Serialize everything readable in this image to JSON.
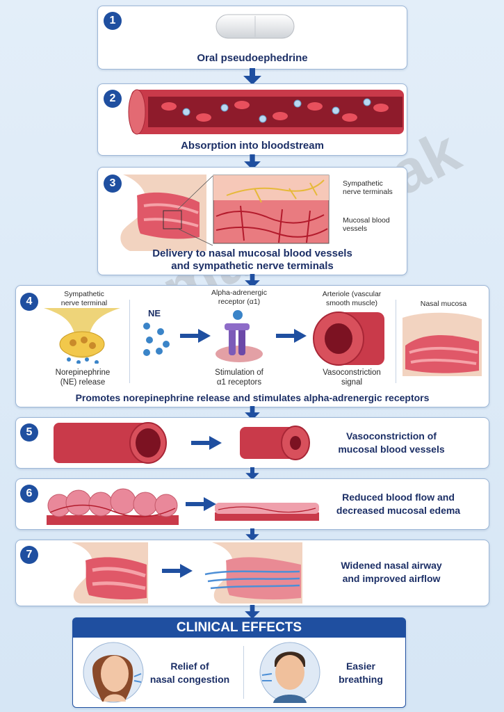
{
  "steps": {
    "s1": {
      "num": "1",
      "caption": "Oral pseudoephedrine"
    },
    "s2": {
      "num": "2",
      "caption": "Absorption into bloodstream"
    },
    "s3": {
      "num": "3",
      "caption_l1": "Delivery to nasal mucosal blood vessels",
      "caption_l2": "and sympathetic nerve terminals",
      "label_nerve_l1": "Sympathetic",
      "label_nerve_l2": "nerve terminals",
      "label_vessel_l1": "Mucosal blood",
      "label_vessel_l2": "vessels"
    },
    "s4": {
      "num": "4",
      "nerve_l1": "Sympathetic",
      "nerve_l2": "nerve terminal",
      "release_l1": "Norepinephrine",
      "release_l2": "(NE) release",
      "ne": "NE",
      "receptor_l1": "Alpha-adrenergic",
      "receptor_l2": "receptor (α1)",
      "stim_l1": "Stimulation of",
      "stim_l2": "α1 receptors",
      "arteriole_l1": "Arteriole (vascular",
      "arteriole_l2": "smooth muscle)",
      "vaso_l1": "Vasoconstriction",
      "vaso_l2": "signal",
      "mucosa": "Nasal mucosa",
      "caption": "Promotes norepinephrine release and stimulates alpha-adrenergic receptors"
    },
    "s5": {
      "num": "5",
      "text_l1": "Vasoconstriction of",
      "text_l2": "mucosal blood vessels"
    },
    "s6": {
      "num": "6",
      "text_l1": "Reduced blood flow and",
      "text_l2": "decreased mucosal edema"
    },
    "s7": {
      "num": "7",
      "text_l1": "Widened nasal airway",
      "text_l2": "and improved airflow"
    }
  },
  "effects": {
    "title": "CLINICAL EFFECTS",
    "e1_l1": "Relief of",
    "e1_l2": "nasal congestion",
    "e2_l1": "Easier",
    "e2_l2": "breathing"
  },
  "watermark": "PharmacyFreak",
  "colors": {
    "accent": "#1f4fa0",
    "tissue": "#d9485a",
    "blood": "#c8283a"
  }
}
